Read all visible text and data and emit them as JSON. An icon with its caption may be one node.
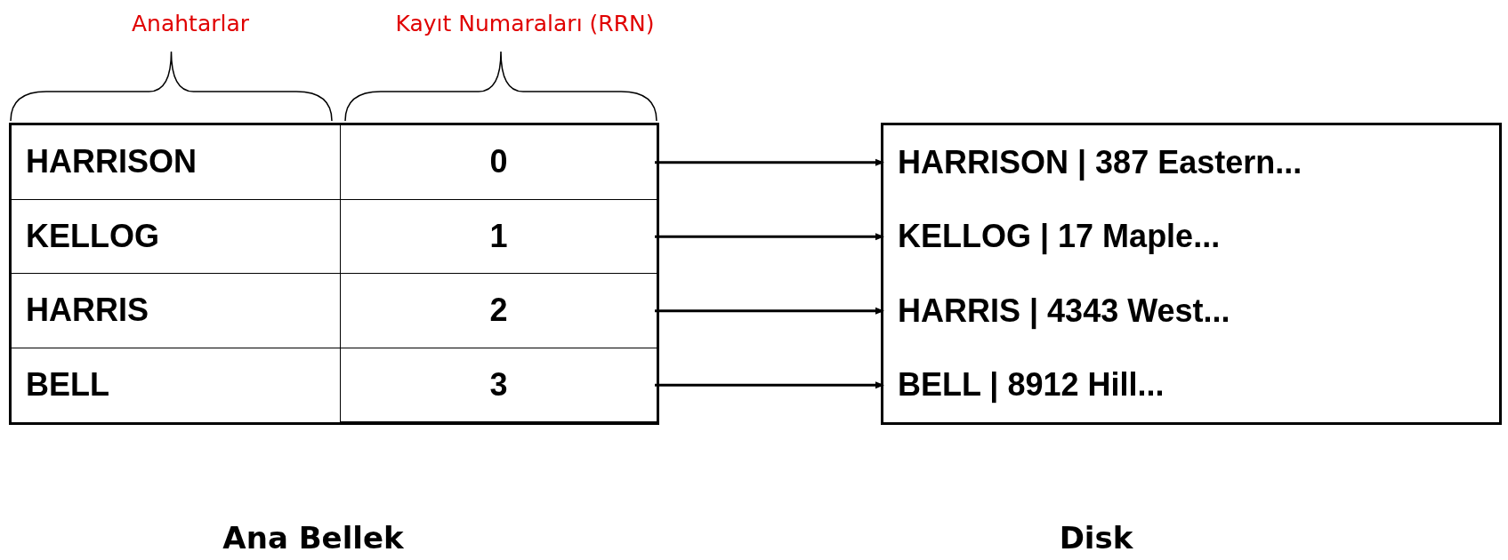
{
  "diagram": {
    "nodes": [
      {
        "text": [],
        "shape": "box",
        "beside": [
          "Ana Bellek"
        ]
      },
      {
        "text": [
          "HARRISON"
        ],
        "in": 0
      },
      {
        "text": [
          "0"
        ],
        "in": 0
      },
      {
        "text": [
          "KELLOG"
        ],
        "in": 0
      },
      {
        "text": [
          "1"
        ],
        "in": 0
      },
      {
        "text": [
          "HARRIS"
        ],
        "in": 0
      },
      {
        "text": [
          "2"
        ],
        "in": 0
      },
      {
        "text": [
          "BELL"
        ],
        "in": 0
      },
      {
        "text": [
          "3"
        ],
        "in": 0
      },
      {
        "text": [],
        "shape": "box",
        "beside": [
          "Disk"
        ]
      },
      {
        "text": [
          "HARRISON | 387 Eastern..."
        ],
        "in": 9
      },
      {
        "text": [
          "KELLOG | 17 Maple..."
        ],
        "in": 9
      },
      {
        "text": [
          "HARRIS | 4343 West..."
        ],
        "in": 9
      },
      {
        "text": [
          "BELL | 8912 Hill..."
        ],
        "in": 9
      }
    ],
    "edges": [
      {
        "from": 2,
        "to": 10,
        "arrow": "to"
      },
      {
        "from": 4,
        "to": 11,
        "arrow": "to"
      },
      {
        "from": 6,
        "to": 12,
        "arrow": "to"
      },
      {
        "from": 8,
        "to": 13,
        "arrow": "to"
      }
    ],
    "labels": [
      "Anahtarlar",
      "Kayıt Numaraları (RRN)"
    ]
  }
}
